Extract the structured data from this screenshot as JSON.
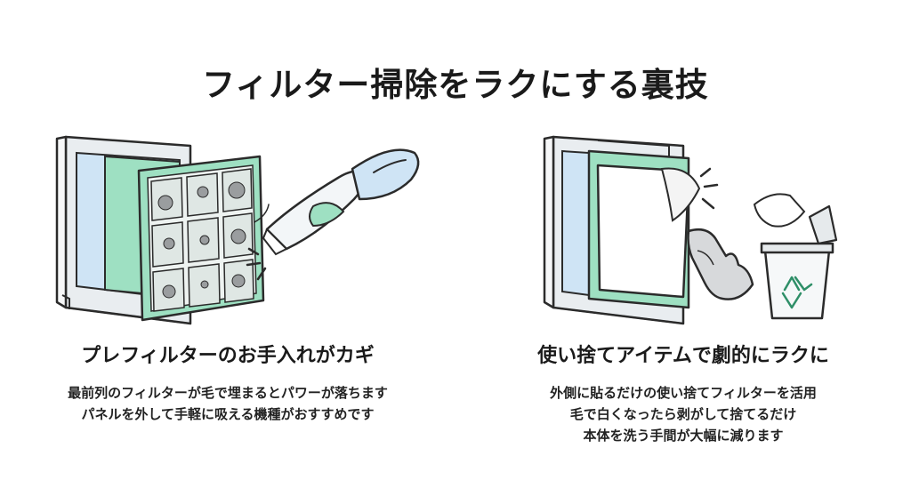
{
  "title": "フィルター掃除をラクにする裏技",
  "left": {
    "heading": "プレフィルターのお手入れがカギ",
    "lines": [
      "最前列のフィルターが毛で埋まるとパワーが落ちます",
      "パネルを外して手軽に吸える機種がおすすめです"
    ]
  },
  "right": {
    "heading": "使い捨てアイテムで劇的にラクに",
    "lines": [
      "外側に貼るだけの使い捨てフィルターを活用",
      "毛で白くなったら剥がして捨てるだけ",
      "本体を洗う手間が大幅に減ります"
    ]
  },
  "colors": {
    "mint": "#9ee0c2",
    "mint_dark": "#2f8f68",
    "blue": "#cfe4f5",
    "gray": "#bfc3c7",
    "line": "#2b2b2b"
  },
  "icons": [
    "air-purifier-icon",
    "prefilter-icon",
    "handheld-vacuum-icon",
    "disposable-filter-sheet-icon",
    "hand-icon",
    "trash-can-icon",
    "recycle-icon"
  ]
}
